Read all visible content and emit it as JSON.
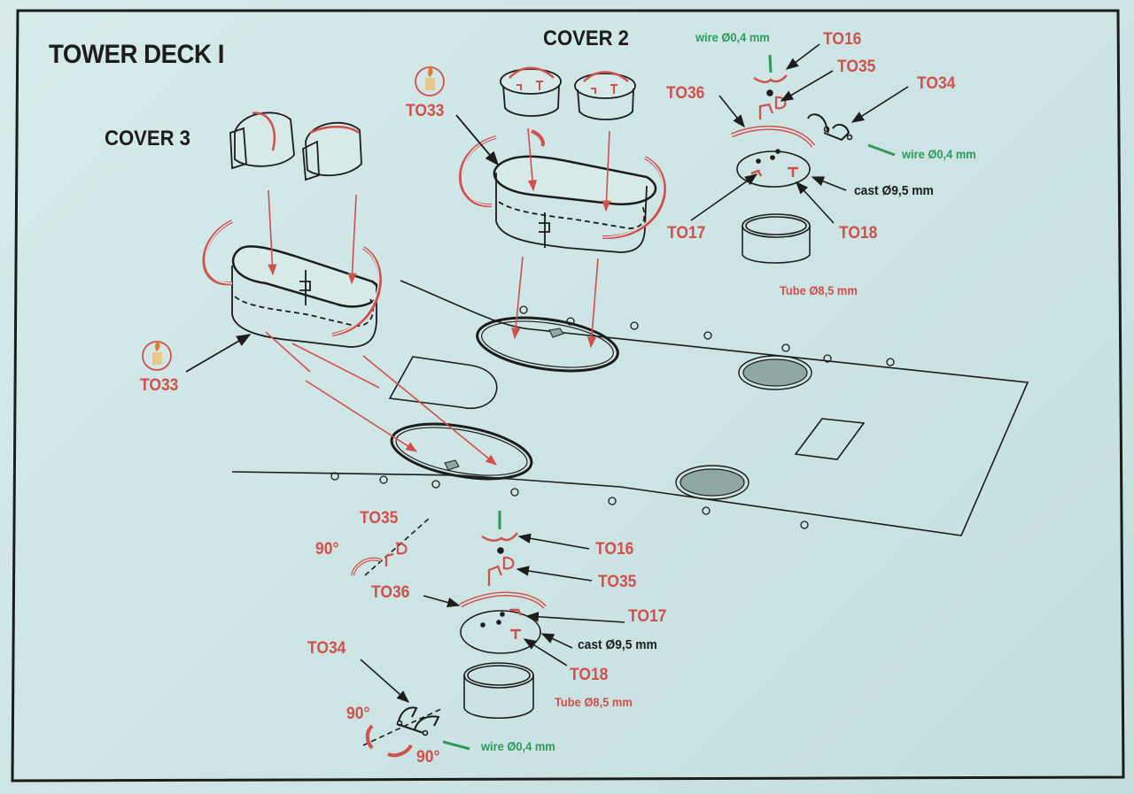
{
  "title": "TOWER DECK I",
  "headings": {
    "cover3": "COVER 3",
    "cover2": "COVER 2"
  },
  "colors": {
    "paper": "#cfe6e6",
    "line": "#1c1c1c",
    "part_label": "#d1504b",
    "wire_label": "#2e9a5a",
    "hatch_fill": "#8fa8a4"
  },
  "icons": {
    "glue_candle_icon": "candle-heat-icon"
  },
  "top_right_assembly": {
    "wire_top": "wire Ø0,4 mm",
    "to16": "TO16",
    "to35": "TO35",
    "to34": "TO34",
    "to36": "TO36",
    "wire_right": "wire Ø0,4 mm",
    "cast": "cast Ø9,5 mm",
    "to17": "TO17",
    "to18": "TO18",
    "tube": "Tube Ø8,5 mm"
  },
  "cover2_group": {
    "to33": "TO33"
  },
  "cover3_group": {
    "to33": "TO33"
  },
  "bottom_assembly": {
    "to35_left": "TO35",
    "deg_left": "90°",
    "to16": "TO16",
    "to35": "TO35",
    "to36": "TO36",
    "to17": "TO17",
    "cast": "cast Ø9,5 mm",
    "to18": "TO18",
    "tube": "Tube Ø8,5 mm",
    "to34": "TO34",
    "deg_a": "90°",
    "deg_b": "90°",
    "wire": "wire Ø0,4 mm"
  }
}
